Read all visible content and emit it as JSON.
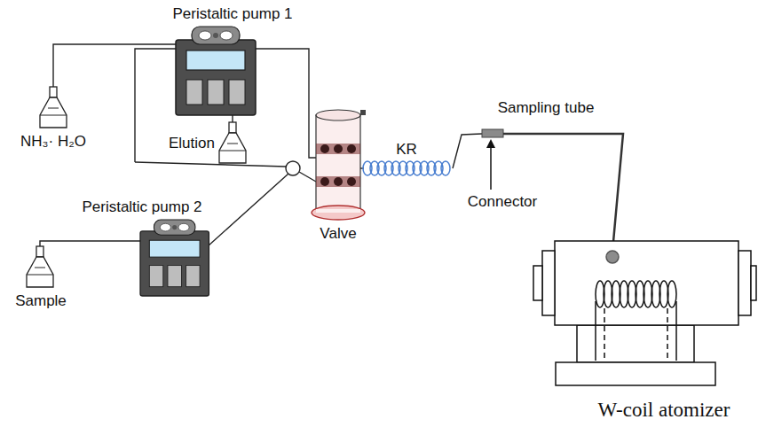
{
  "diagram": {
    "labels": [
      "Peristaltic pump 1",
      "NH₃· H₂O",
      "Elution",
      "Peristaltic pump 2",
      "Sample",
      "Valve",
      "KR",
      "Sampling tube",
      "Connector",
      "W-coil atomizer"
    ]
  }
}
